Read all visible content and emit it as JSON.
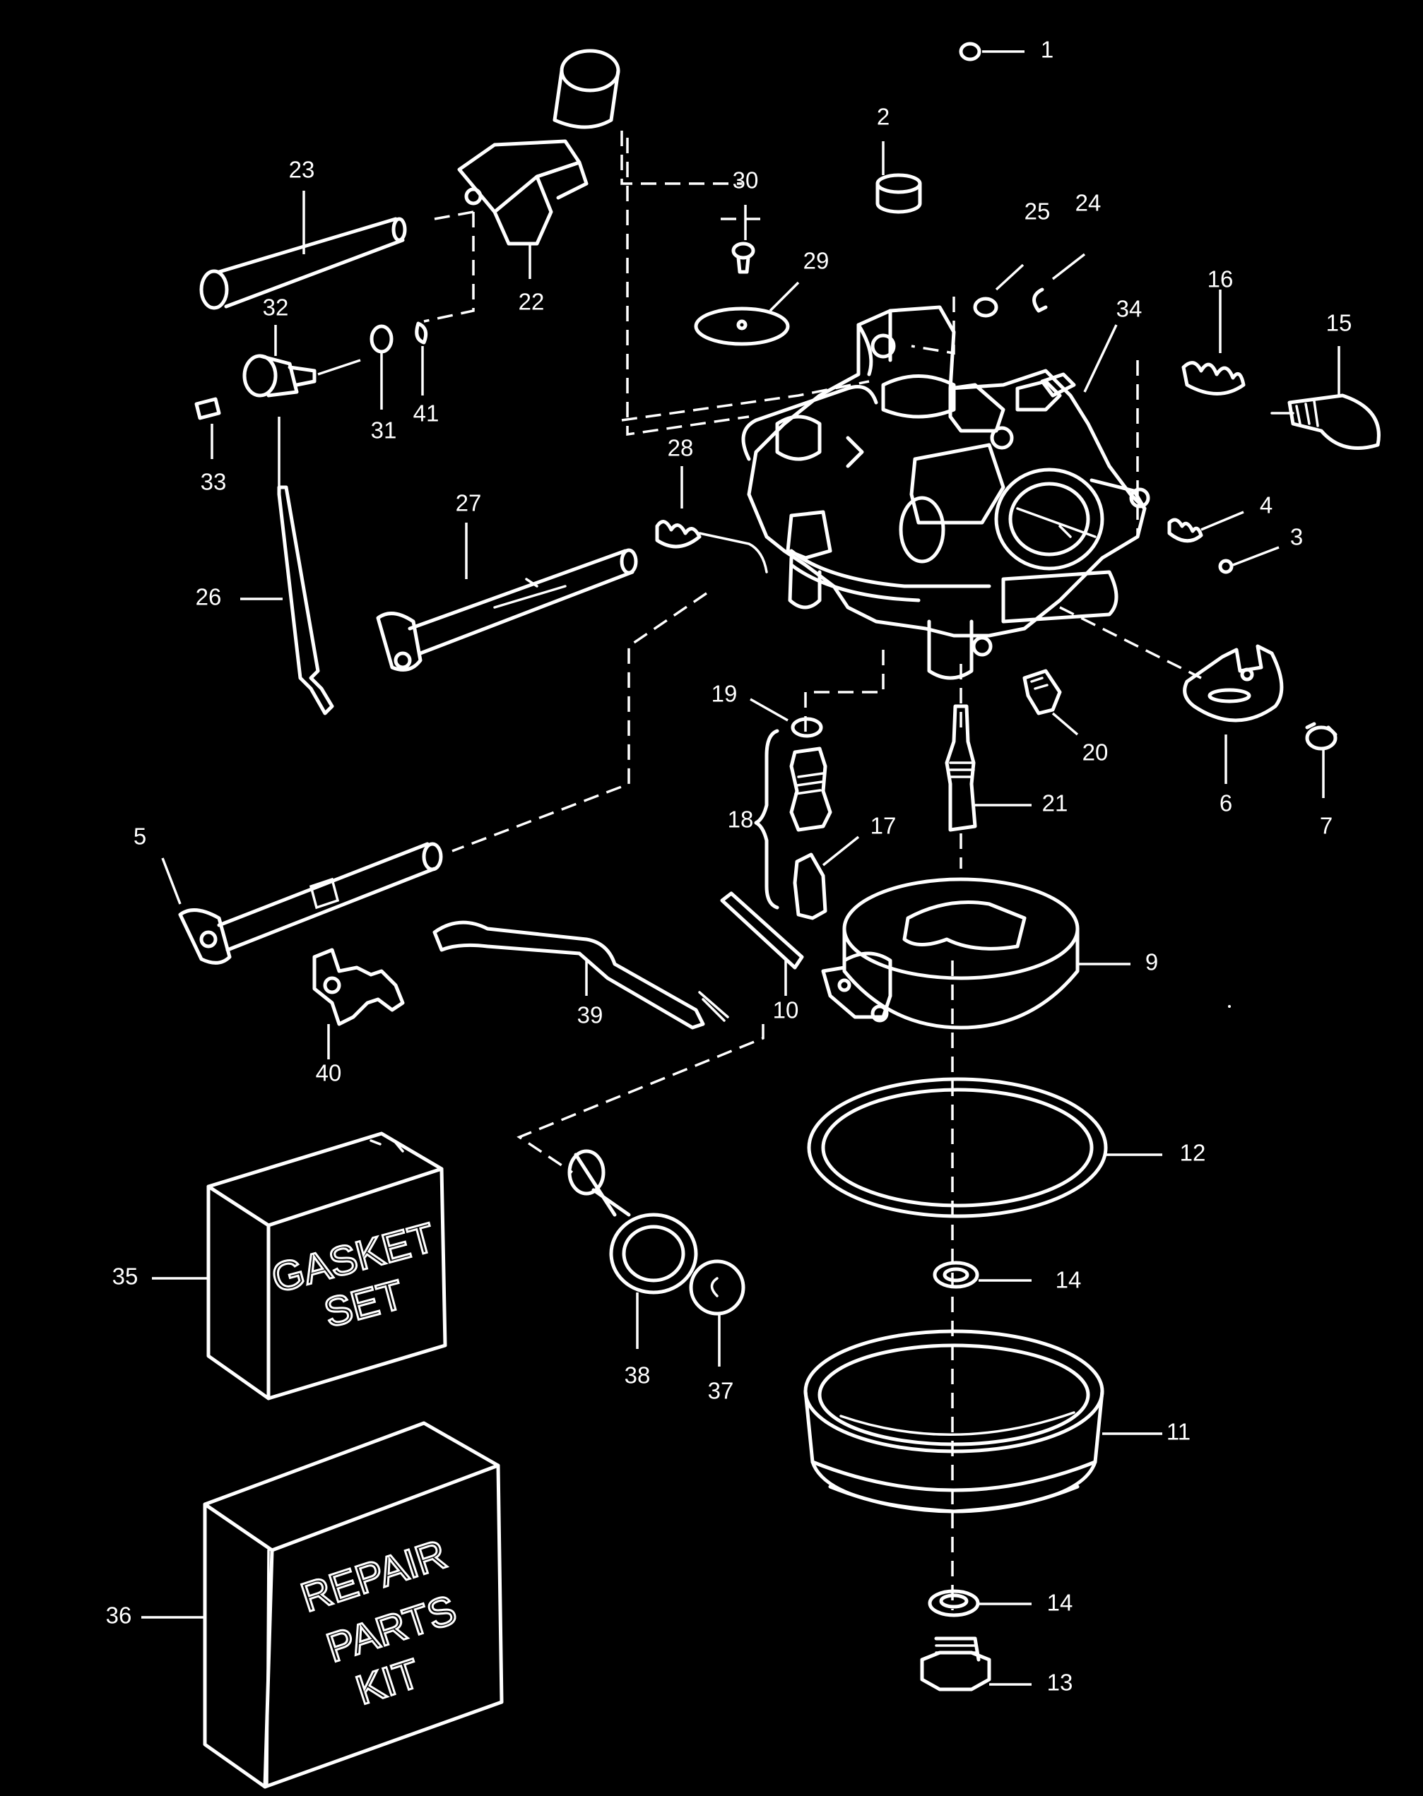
{
  "callouts": {
    "c1": "1",
    "c2": "2",
    "c3": "3",
    "c4": "4",
    "c5": "5",
    "c6": "6",
    "c7": "7",
    "c9": "9",
    "c10": "10",
    "c11": "11",
    "c12": "12",
    "c13": "13",
    "c14a": "14",
    "c14b": "14",
    "c15": "15",
    "c16": "16",
    "c17": "17",
    "c18": "18",
    "c19": "19",
    "c20": "20",
    "c21": "21",
    "c22": "22",
    "c23": "23",
    "c24": "24",
    "c25": "25",
    "c26": "26",
    "c27": "27",
    "c28": "28",
    "c29": "29",
    "c30": "30",
    "c31": "31",
    "c32": "32",
    "c33": "33",
    "c34": "34",
    "c35": "35",
    "c36": "36",
    "c37": "37",
    "c38": "38",
    "c39": "39",
    "c40": "40",
    "c41": "41"
  },
  "gasket_box": {
    "line1": "GASKET",
    "line2": "SET"
  },
  "repair_box": {
    "line1": "REPAIR",
    "line2": "PARTS",
    "line3": "KIT"
  }
}
